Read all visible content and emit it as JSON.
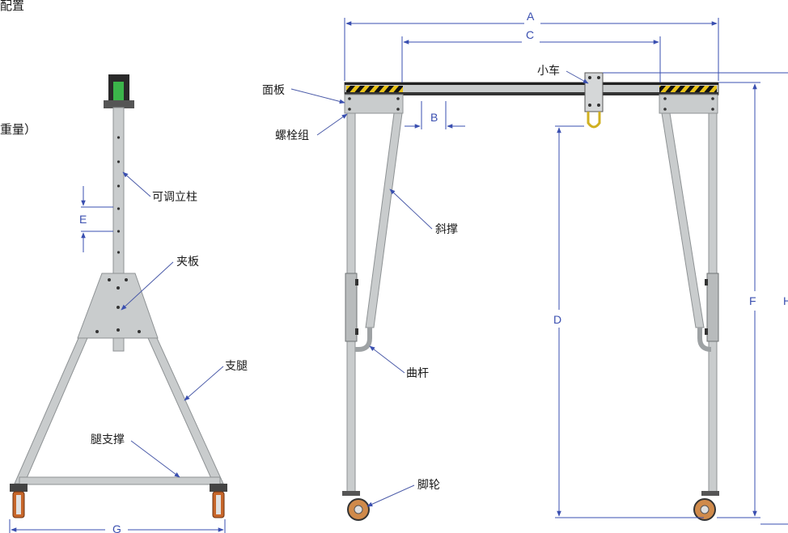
{
  "fragments": {
    "top_left": "配置",
    "mid_left": "重量）"
  },
  "labels": {
    "adjustable_column": "可调立柱",
    "clamp_plate": "夹板",
    "leg": "支腿",
    "leg_brace": "腿支撑",
    "panel": "面板",
    "bolt_group": "螺栓组",
    "trolley": "小车",
    "diagonal_brace": "斜撑",
    "curved_rod": "曲杆",
    "caster": "脚轮"
  },
  "dimensions": {
    "A": "A",
    "B": "B",
    "C": "C",
    "D": "D",
    "E": "E",
    "F": "F",
    "G": "G",
    "H": "H"
  },
  "colors": {
    "steel": "#c9cccd",
    "steel_dark": "#8e9294",
    "dimension": "#3a4fb0",
    "hazard_yellow": "#e8c21a",
    "handle_green": "#3bb54a",
    "wheel_orange": "#c7662a"
  }
}
